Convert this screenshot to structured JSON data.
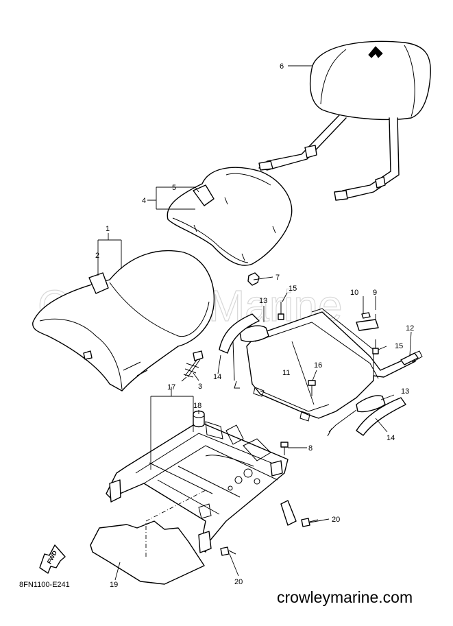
{
  "watermark": "Crowley Marine",
  "diagram_code": "8FN1100-E241",
  "website": "crowleymarine.com",
  "fwd_label": "FWD",
  "callouts": [
    "1",
    "2",
    "3",
    "4",
    "5",
    "6",
    "7",
    "8",
    "9",
    "10",
    "11",
    "12",
    "13",
    "13",
    "14",
    "14",
    "15",
    "15",
    "16",
    "17",
    "18",
    "19",
    "20",
    "20"
  ],
  "colors": {
    "line": "#000000",
    "background": "#ffffff",
    "watermark": "#d8d8d8"
  }
}
